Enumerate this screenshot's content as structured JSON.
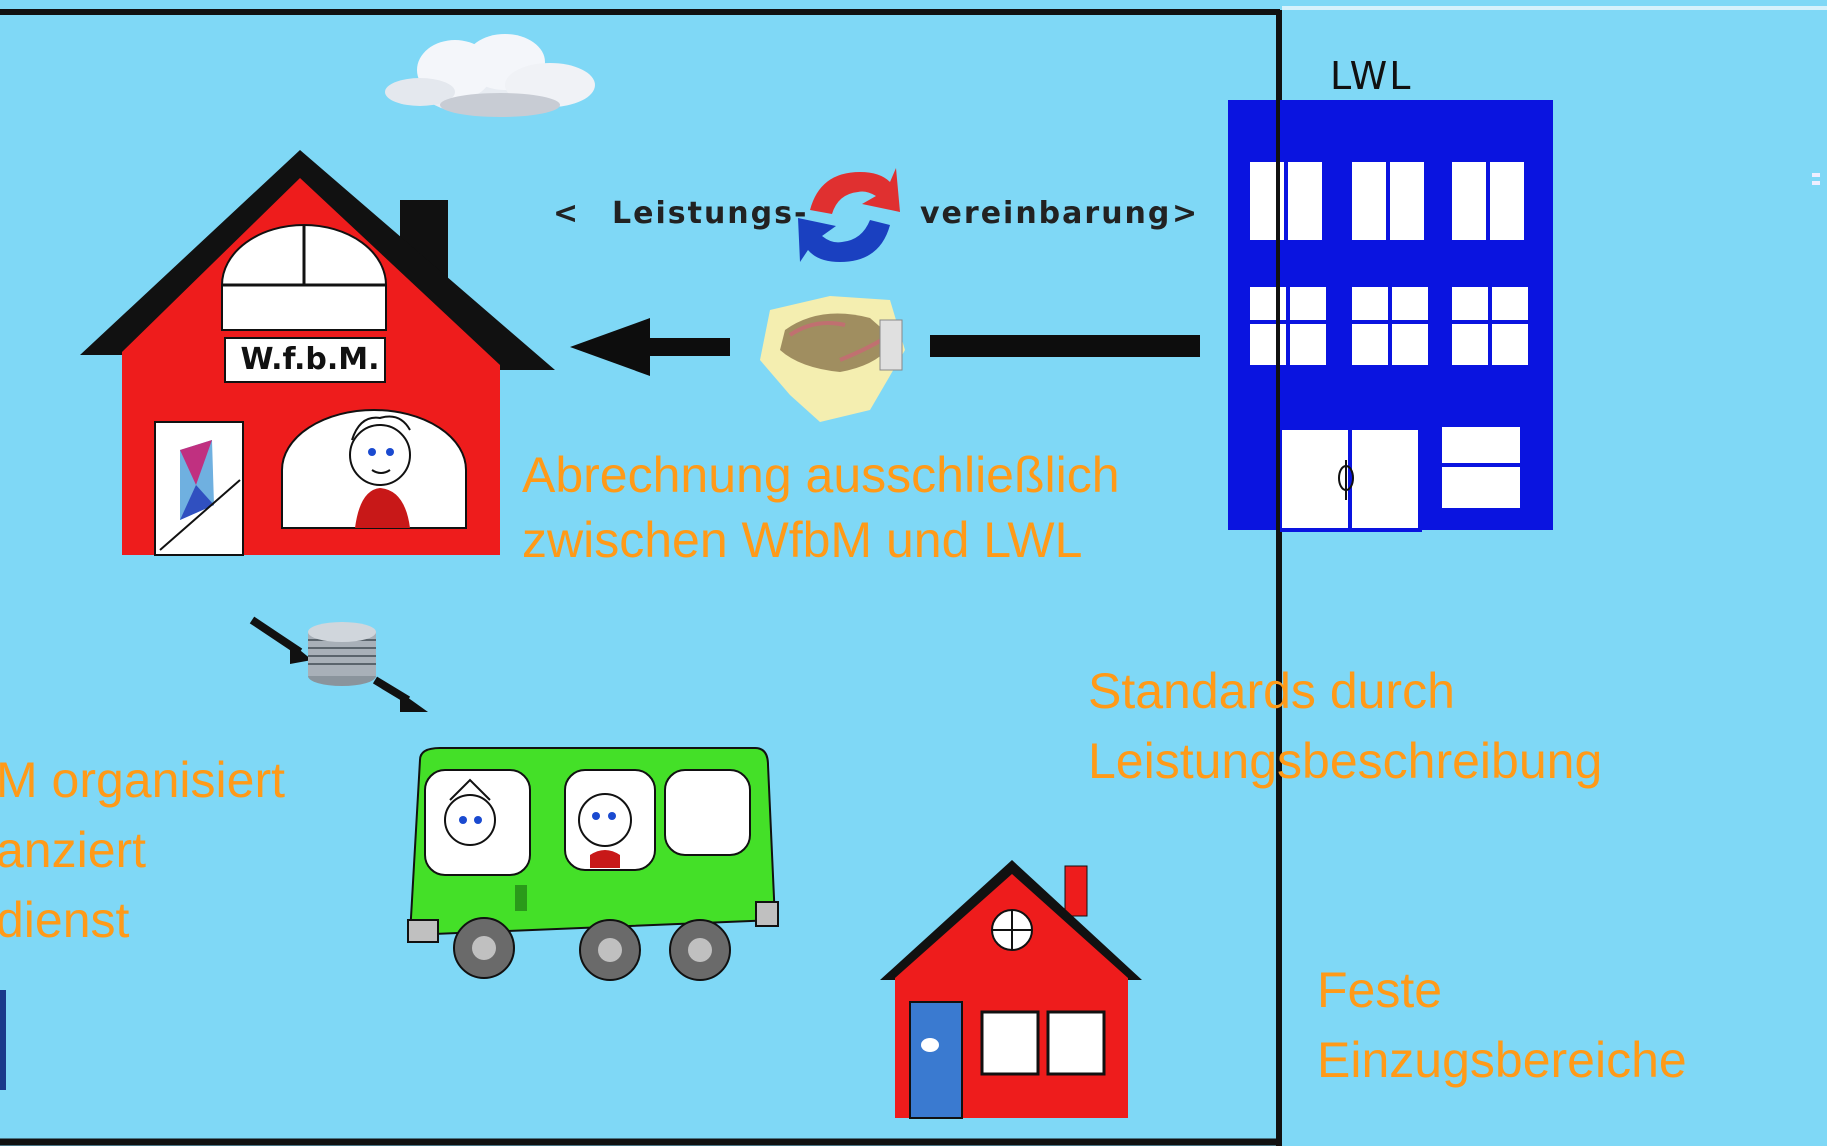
{
  "lwl_label": "LWL",
  "wfbm_sign": "W.f.b.M.",
  "agreement": {
    "left": "Leistungs-",
    "right": "vereinbarung",
    "left_chevron": "<",
    "right_chevron": ">"
  },
  "billing_text": {
    "line1": "Abrechnung ausschließlich",
    "line2": "zwischen WfbM und  LWL"
  },
  "standards_text": {
    "line1": "Standards durch",
    "line2": "Leistungsbeschreibung"
  },
  "catchment_text": {
    "line1": "Feste",
    "line2": "Einzugsbereiche"
  },
  "left_cut_text": {
    "line1": "M organisiert",
    "line2": "anziert",
    "line3": "dienst"
  },
  "colors": {
    "background": "#7fd8f6",
    "text_accent": "#ff9a18",
    "workshop_house": "#ee1c1c",
    "lwl_building": "#0a14e0",
    "bus": "#44e028",
    "frame_line": "#111111"
  },
  "icons": [
    "cloud-icon",
    "cycle-arrows-icon",
    "handshake-icon",
    "coins-icon",
    "left-arrow-icon"
  ]
}
